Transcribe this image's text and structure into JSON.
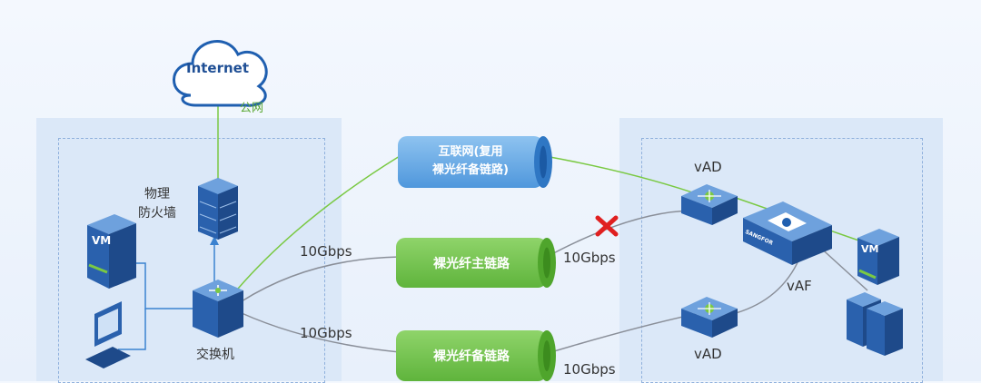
{
  "cloud": {
    "label": "Internet",
    "public_net": "公网"
  },
  "left": {
    "firewall": "物理\n防火墙",
    "switch": "交换机",
    "vm": "VM"
  },
  "right": {
    "vad_top": "vAD",
    "vad_bottom": "vAD",
    "vaf": "vAF",
    "vm": "VM",
    "brand": "SANGFOR"
  },
  "links": {
    "internet_backup": "互联网(复用\n裸光纤备链路)",
    "primary": "裸光纤主链路",
    "backup": "裸光纤备链路"
  },
  "speeds": {
    "left_primary": "10Gbps",
    "left_backup": "10Gbps",
    "right_primary": "10Gbps",
    "right_backup": "10Gbps"
  },
  "colors": {
    "blue_tube": "#5aa0e0",
    "green_tube": "#6cc24a",
    "failure_mark": "#e02020",
    "green_line": "#7ac943",
    "gray_line": "#8a8f99"
  }
}
